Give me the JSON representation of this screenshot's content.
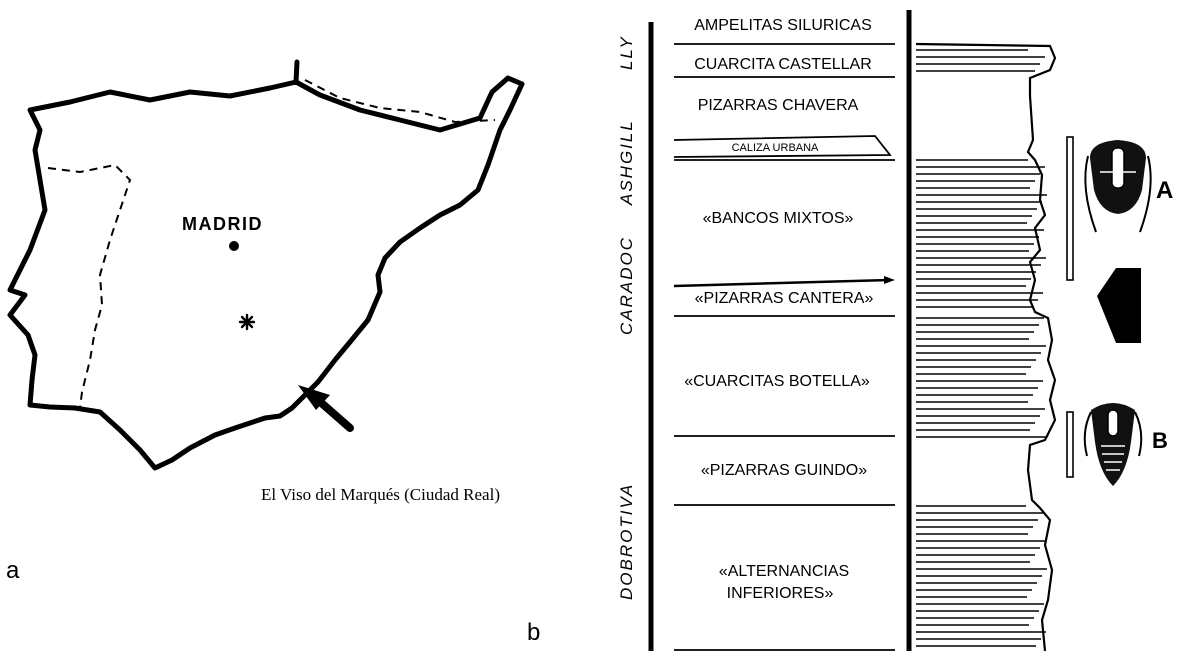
{
  "map": {
    "city_label": "MADRID",
    "caption": "El Viso del Marqués (Ciudad Real)",
    "panel_label": "a"
  },
  "column": {
    "panel_label": "b",
    "periods": [
      "LLY",
      "ASHGILL",
      "CARADOC",
      "DOBROTIVA"
    ],
    "units": [
      "AMPELITAS SILURICAS",
      "CUARCITA CASTELLAR",
      "PIZARRAS CHAVERA",
      "CALIZA URBANA",
      "«BANCOS MIXTOS»",
      "«PIZARRAS CANTERA»",
      "«CUARCITAS BOTELLA»",
      "«PIZARRAS GUINDO»",
      "«ALTERNANCIAS",
      "INFERIORES»"
    ],
    "fossil_labels": [
      "A",
      "B"
    ]
  },
  "colors": {
    "ink": "#000000",
    "background": "#ffffff"
  }
}
